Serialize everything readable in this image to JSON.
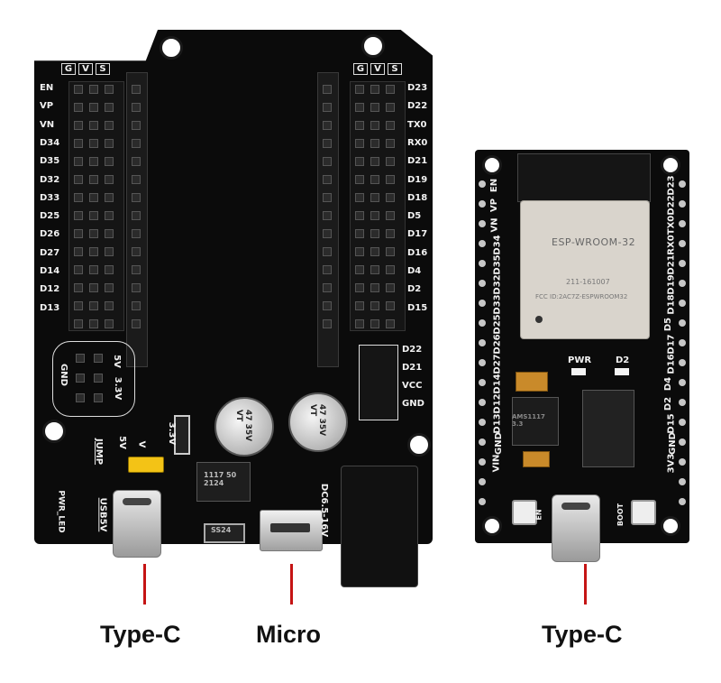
{
  "left_board": {
    "left_header_labels": [
      "EN",
      "VP",
      "VN",
      "D34",
      "D35",
      "D32",
      "D33",
      "D25",
      "D26",
      "D27",
      "D14",
      "D12",
      "D13"
    ],
    "right_header_labels": [
      "D23",
      "D22",
      "TX0",
      "RX0",
      "D21",
      "D19",
      "D18",
      "D5",
      "D17",
      "D16",
      "D4",
      "D2",
      "D15"
    ],
    "power_labels": [
      "D22",
      "D21",
      "VCC",
      "GND"
    ],
    "top_cols_left": [
      "G",
      "V",
      "S"
    ],
    "top_cols_right": [
      "G",
      "V",
      "S"
    ],
    "gnd_label": "GND",
    "v5_label": "5V",
    "v33_label": "3.3V",
    "jump_label": "JUMP",
    "jump_5v": "5V",
    "jump_v": "V",
    "jump_33v": "3.3V",
    "usb_label": "USB5V",
    "pwr_led_label": "PWR_LED",
    "dc_label": "DC6.5-16V",
    "cap1_text": "47 35V VT",
    "cap2_text": "47 35V VT",
    "reg_text": "1117 50 2124",
    "diode_text": "SS24"
  },
  "right_board": {
    "module_title": "ESP-WROOM-32",
    "module_id": "211-161007",
    "module_fcc": "FCC ID:2AC7Z-ESPWROOM32",
    "left_pins": [
      "EN",
      "VP",
      "VN",
      "D34",
      "D35",
      "D32",
      "D33",
      "D25",
      "D26",
      "D27",
      "D14",
      "D12",
      "D13",
      "GND",
      "VIN"
    ],
    "right_pins": [
      "D23",
      "D22",
      "TX0",
      "RX0",
      "D21",
      "D19",
      "D18",
      "D5",
      "D17",
      "D16",
      "D4",
      "D2",
      "D15",
      "GND",
      "3V3"
    ],
    "pwr_label": "PWR",
    "d2_label": "D2",
    "regulator_text": "AMS1117 3.3",
    "en_label": "EN",
    "boot_label": "BOOT"
  },
  "callouts": {
    "left_typec": "Type-C",
    "micro": "Micro",
    "right_typec": "Type-C"
  }
}
